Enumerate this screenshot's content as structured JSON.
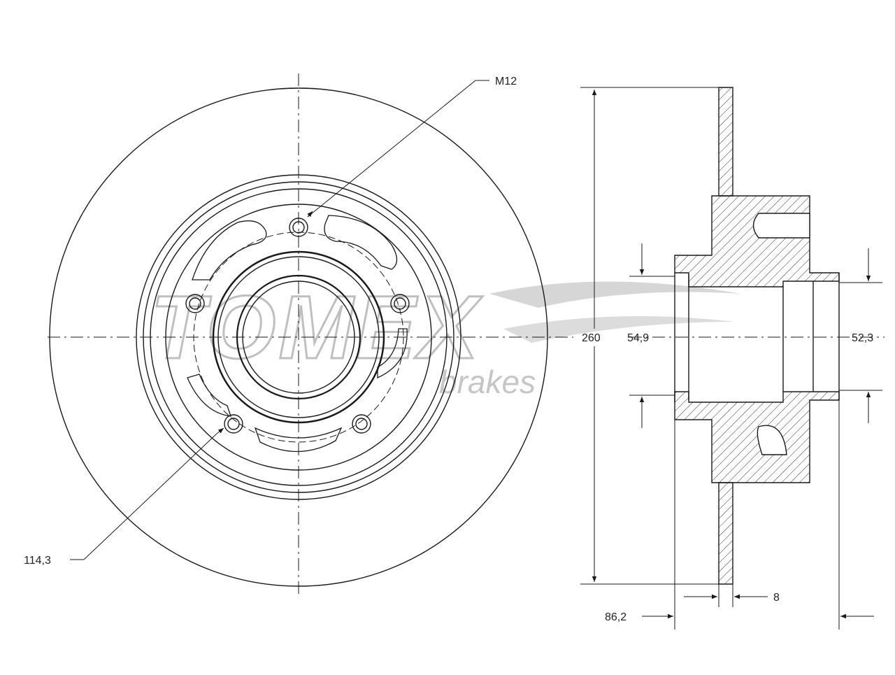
{
  "drawing": {
    "labels": {
      "thread": "M12",
      "bolt_circle": "114,3",
      "outer_diameter": "260",
      "bore_inner": "54,9",
      "bore_outer": "52,3",
      "total_height": "86,2",
      "thickness": "8"
    },
    "watermark": {
      "brand": "TOMEX",
      "sub": "brakes"
    },
    "colors": {
      "line": "#1a1a1a",
      "hatch": "#333333",
      "watermark": "#c8c8c8"
    }
  }
}
